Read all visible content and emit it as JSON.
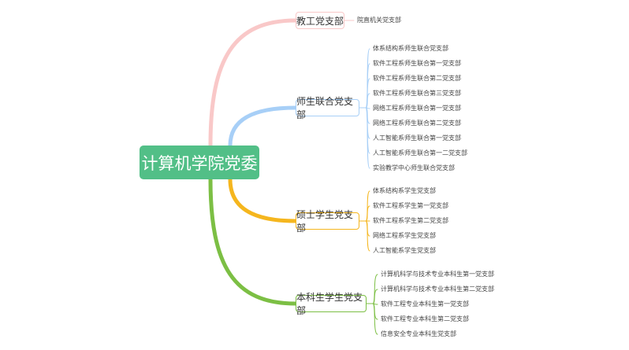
{
  "root": {
    "label": "计算机学院党委",
    "color": "#52bf87"
  },
  "branches": [
    {
      "label": "教工党支部",
      "color": "#f9c8c8",
      "children": [
        "院直机关党支部"
      ]
    },
    {
      "label": "师生联合党支部",
      "color": "#a7cff7",
      "children": [
        "体系结构系师生联合党支部",
        "软件工程系师生联合第一党支部",
        "软件工程系师生联合第二党支部",
        "软件工程系师生联合第三党支部",
        "网络工程系师生联合第一党支部",
        "网络工程系师生联合第二党支部",
        "人工智能系师生联合第一党支部",
        "人工智能系师生联合第一二党支部",
        "实验教学中心师生联合党支部"
      ]
    },
    {
      "label": "硕士学生党支部",
      "color": "#f5b61e",
      "children": [
        "体系结构系学生党支部",
        "软件工程系学生第一党支部",
        "软件工程系学生第二党支部",
        "网络工程系学生党支部",
        "人工智能系学生党支部"
      ]
    },
    {
      "label": "本科生学生党支部",
      "color": "#7cbf44",
      "children": [
        "计算机科学与技术专业本科生第一党支部",
        "计算机科学与技术专业本科生第二党支部",
        "软件工程专业本科生第一党支部",
        "软件工程专业本科生第二党支部",
        "信息安全专业本科生党支部"
      ]
    }
  ]
}
